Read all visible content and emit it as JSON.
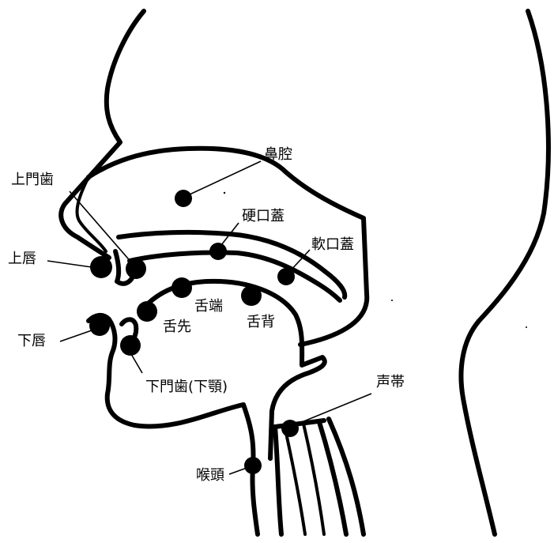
{
  "labels": {
    "nasal_cavity": "鼻腔",
    "upper_teeth": "上門歯",
    "hard_palate": "硬口蓋",
    "soft_palate": "軟口蓋",
    "upper_lip": "上唇",
    "tongue_blade": "舌端",
    "tongue_tip": "舌先",
    "tongue_back": "舌背",
    "lower_lip": "下唇",
    "lower_teeth": "下門歯(下顎)",
    "vocal_cords": "声帯",
    "larynx": "喉頭"
  },
  "colors": {
    "line": "#000000",
    "background": "#ffffff"
  }
}
